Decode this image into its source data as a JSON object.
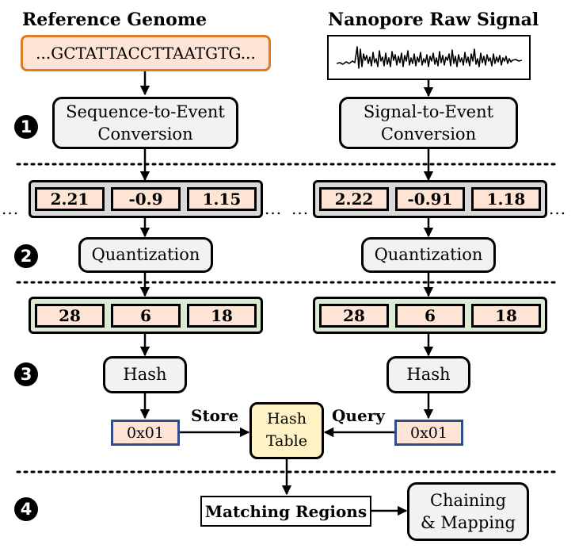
{
  "titles": {
    "reference": "Reference Genome",
    "nanopore": "Nanopore Raw Signal"
  },
  "reference_sequence": "...GCTATTACCTTAATGTG...",
  "steps": [
    "1",
    "2",
    "3",
    "4"
  ],
  "conversion": {
    "sequence_to_event": "Sequence-to-Event Conversion",
    "signal_to_event": "Signal-to-Event Conversion"
  },
  "events": {
    "reference": [
      "2.21",
      "-0.9",
      "1.15"
    ],
    "signal": [
      "2.22",
      "-0.91",
      "1.18"
    ],
    "ellipsis": "..."
  },
  "quantization_label": "Quantization",
  "quantized": {
    "reference": [
      "28",
      "6",
      "18"
    ],
    "signal": [
      "28",
      "6",
      "18"
    ]
  },
  "hash_label": "Hash",
  "hash_values": {
    "reference": "0x01",
    "signal": "0x01"
  },
  "store_label": "Store",
  "query_label": "Query",
  "hash_table_label": "Hash Table",
  "matching_regions_label": "Matching Regions",
  "chaining_label": "Chaining & Mapping",
  "colors": {
    "reference_border": "#e07b25",
    "value_fill": "#fde4d4",
    "event_tray": "#d9d9d9",
    "quantized_tray": "#dcebd3",
    "hash_border": "#2f4d8a",
    "hash_table_fill": "#fff2c4",
    "process_fill": "#f2f2f2"
  }
}
